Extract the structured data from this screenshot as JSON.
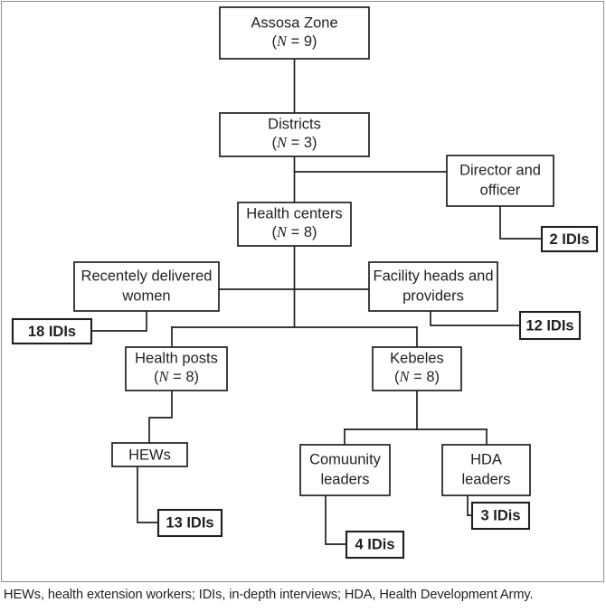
{
  "figure": {
    "type": "flowchart",
    "title": "Assosa Zone study sampling flow diagram",
    "caption": "HEWs, health extension workers; IDIs, in-depth interviews; HDA, Health Development Army.",
    "colors": {
      "background": "#ffffff",
      "stroke": "#231f20",
      "frame": "#8d9095"
    }
  },
  "nodes": {
    "assosa_zone": {
      "line1": "Assosa Zone",
      "n_prefix": "(",
      "n_var": "N",
      "n_value": " = 9)"
    },
    "districts": {
      "line1": "Districts",
      "n_prefix": "(",
      "n_var": "N",
      "n_value": " = 3)"
    },
    "director_officer": {
      "line1": "Director and",
      "line2": "officer"
    },
    "health_centers": {
      "line1": "Health centers",
      "n_prefix": "(",
      "n_var": "N",
      "n_value": " = 8)"
    },
    "recently_delivered_women": {
      "line1": "Recentely delivered",
      "line2": "women"
    },
    "facility_heads_providers": {
      "line1": "Facility heads and",
      "line2": "providers"
    },
    "health_posts": {
      "line1": "Health posts",
      "n_prefix": "(",
      "n_var": "N",
      "n_value": " = 8)"
    },
    "kebeles": {
      "line1": "Kebeles",
      "n_prefix": "(",
      "n_var": "N",
      "n_value": " = 8)"
    },
    "hews": {
      "line1": "HEWs"
    },
    "community_leaders": {
      "line1": "Comuunity",
      "line2": "leaders"
    },
    "hda_leaders": {
      "line1": "HDA",
      "line2": "leaders"
    }
  },
  "outcomes": {
    "idis_director_officer": {
      "label": "2 IDIs",
      "count": 2,
      "unit": "IDIs"
    },
    "idis_facility_heads": {
      "label": "12 IDIs",
      "count": 12,
      "unit": "IDIs"
    },
    "idis_women": {
      "label": "18 IDIs",
      "count": 18,
      "unit": "IDIs"
    },
    "idis_hews": {
      "label": "13 IDIs",
      "count": 13,
      "unit": "IDIs"
    },
    "idis_community_leaders": {
      "label": "4 IDis",
      "count": 4,
      "unit": "IDis"
    },
    "idis_hda_leaders": {
      "label": "3 IDis",
      "count": 3,
      "unit": "IDis"
    }
  },
  "edges": [
    {
      "from": "assosa_zone",
      "to": "districts"
    },
    {
      "from": "districts",
      "to": "director_officer"
    },
    {
      "from": "districts",
      "to": "health_centers"
    },
    {
      "from": "director_officer",
      "to": "idis_director_officer"
    },
    {
      "from": "health_centers",
      "to": "recently_delivered_women"
    },
    {
      "from": "health_centers",
      "to": "facility_heads_providers"
    },
    {
      "from": "recently_delivered_women",
      "to": "idis_women"
    },
    {
      "from": "facility_heads_providers",
      "to": "idis_facility_heads"
    },
    {
      "from": "health_centers",
      "to": "health_posts"
    },
    {
      "from": "health_centers",
      "to": "kebeles"
    },
    {
      "from": "health_posts",
      "to": "hews"
    },
    {
      "from": "hews",
      "to": "idis_hews"
    },
    {
      "from": "kebeles",
      "to": "community_leaders"
    },
    {
      "from": "kebeles",
      "to": "hda_leaders"
    },
    {
      "from": "community_leaders",
      "to": "idis_community_leaders"
    },
    {
      "from": "hda_leaders",
      "to": "idis_hda_leaders"
    }
  ],
  "abbreviations": [
    {
      "short": "HEWs",
      "long": "health extension workers"
    },
    {
      "short": "IDIs",
      "long": "in-depth interviews"
    },
    {
      "short": "HDA",
      "long": "Health Development Army"
    }
  ]
}
